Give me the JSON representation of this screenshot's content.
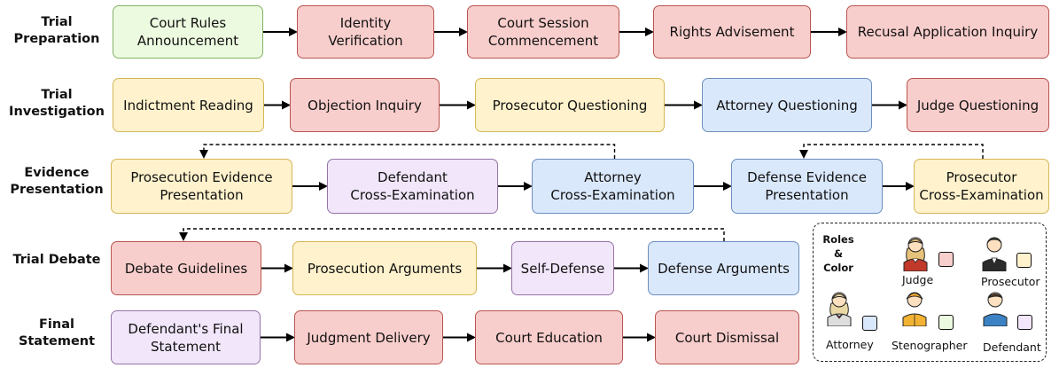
{
  "colors": {
    "judge": "#f8cecc",
    "prosecutor": "#fff2cc",
    "attorney": "#dae8fc",
    "stenographer": "#ecfbe0",
    "defendant": "#f1e6fa"
  },
  "stages": [
    {
      "label": "Trial\nPreparation",
      "steps": [
        {
          "text": "Court Rules\nAnnouncement",
          "role": "stenographer"
        },
        {
          "text": "Identity\nVerification",
          "role": "judge"
        },
        {
          "text": "Court Session\nCommencement",
          "role": "judge"
        },
        {
          "text": "Rights Advisement",
          "role": "judge"
        },
        {
          "text": "Recusal Application Inquiry",
          "role": "judge"
        }
      ]
    },
    {
      "label": "Trial\nInvestigation",
      "steps": [
        {
          "text": "Indictment Reading",
          "role": "prosecutor"
        },
        {
          "text": "Objection Inquiry",
          "role": "judge"
        },
        {
          "text": "Prosecutor Questioning",
          "role": "prosecutor"
        },
        {
          "text": "Attorney Questioning",
          "role": "attorney"
        },
        {
          "text": "Judge Questioning",
          "role": "judge"
        }
      ]
    },
    {
      "label": "Evidence\nPresentation",
      "steps": [
        {
          "text": "Prosecution Evidence\nPresentation",
          "role": "prosecutor"
        },
        {
          "text": "Defendant\nCross-Examination",
          "role": "defendant"
        },
        {
          "text": "Attorney\nCross-Examination",
          "role": "attorney"
        },
        {
          "text": "Defense Evidence\nPresentation",
          "role": "attorney"
        },
        {
          "text": "Prosecutor\nCross-Examination",
          "role": "prosecutor"
        }
      ]
    },
    {
      "label": "Trial\nDebate",
      "steps": [
        {
          "text": "Debate Guidelines",
          "role": "judge"
        },
        {
          "text": "Prosecution Arguments",
          "role": "prosecutor"
        },
        {
          "text": "Self-Defense",
          "role": "defendant"
        },
        {
          "text": "Defense Arguments",
          "role": "attorney"
        }
      ]
    },
    {
      "label": "Final\nStatement",
      "steps": [
        {
          "text": "Defendant's Final\nStatement",
          "role": "defendant"
        },
        {
          "text": "Judgment Delivery",
          "role": "judge"
        },
        {
          "text": "Court Education",
          "role": "judge"
        },
        {
          "text": "Court Dismissal",
          "role": "judge"
        }
      ]
    }
  ],
  "legend": {
    "title": "Roles\n&\nColor",
    "roles": [
      {
        "key": "judge",
        "label": "Judge"
      },
      {
        "key": "prosecutor",
        "label": "Prosecutor"
      },
      {
        "key": "attorney",
        "label": "Attorney"
      },
      {
        "key": "stenographer",
        "label": "Stenographer"
      },
      {
        "key": "defendant",
        "label": "Defendant"
      }
    ]
  }
}
